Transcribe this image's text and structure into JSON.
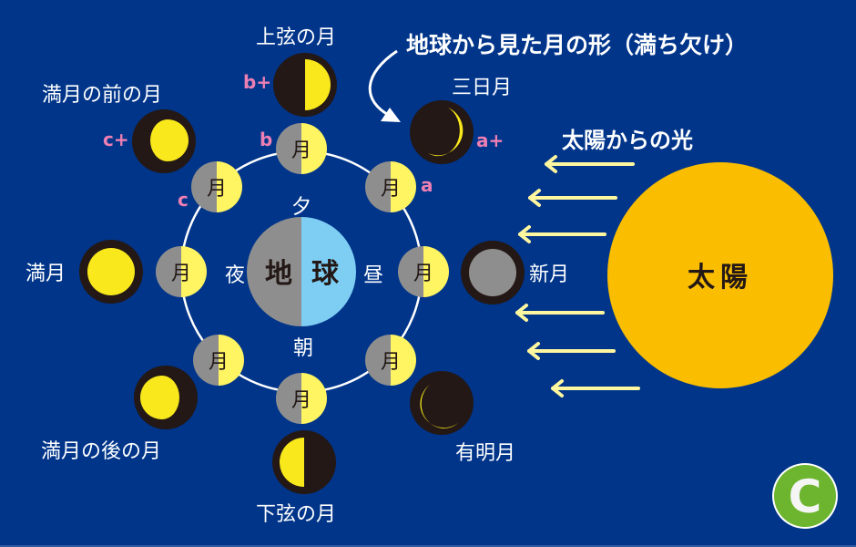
{
  "title": "地球から見た月の形（満ち欠け）",
  "sunlight_label": "太陽からの光",
  "sun": {
    "label": "太陽",
    "color": "#fabd00"
  },
  "earth": {
    "label_left": "地",
    "label_right": "球",
    "night_color": "#8e8e8e",
    "day_color": "#7ecef4"
  },
  "time_labels": {
    "evening": "夕",
    "night": "夜",
    "day": "昼",
    "morning": "朝"
  },
  "orbit_moon_label": "月",
  "orbit_markers": {
    "a": "a",
    "b": "b",
    "c": "c"
  },
  "phases": [
    {
      "id": "new",
      "label": "新月",
      "marker": ""
    },
    {
      "id": "crescent",
      "label": "三日月",
      "marker": "a+"
    },
    {
      "id": "first-quarter",
      "label": "上弦の月",
      "marker": "b+"
    },
    {
      "id": "waxing-gibbous",
      "label": "満月の前の月",
      "marker": "c+"
    },
    {
      "id": "full",
      "label": "満月",
      "marker": ""
    },
    {
      "id": "waning-gibbous",
      "label": "満月の後の月",
      "marker": ""
    },
    {
      "id": "last-quarter",
      "label": "下弦の月",
      "marker": ""
    },
    {
      "id": "waning-crescent",
      "label": "有明月",
      "marker": ""
    }
  ],
  "logo": {
    "letter": "C",
    "color": "#6db52f"
  },
  "colors": {
    "background": "#00358a",
    "moon_lit": "#f8e81c",
    "moon_dark": "#231815",
    "orbit_moon_lit": "#fff462",
    "orbit_moon_shadow": "#8e8e8e",
    "light_arrow": "#fff6a0",
    "marker": "#ee7fb3"
  }
}
